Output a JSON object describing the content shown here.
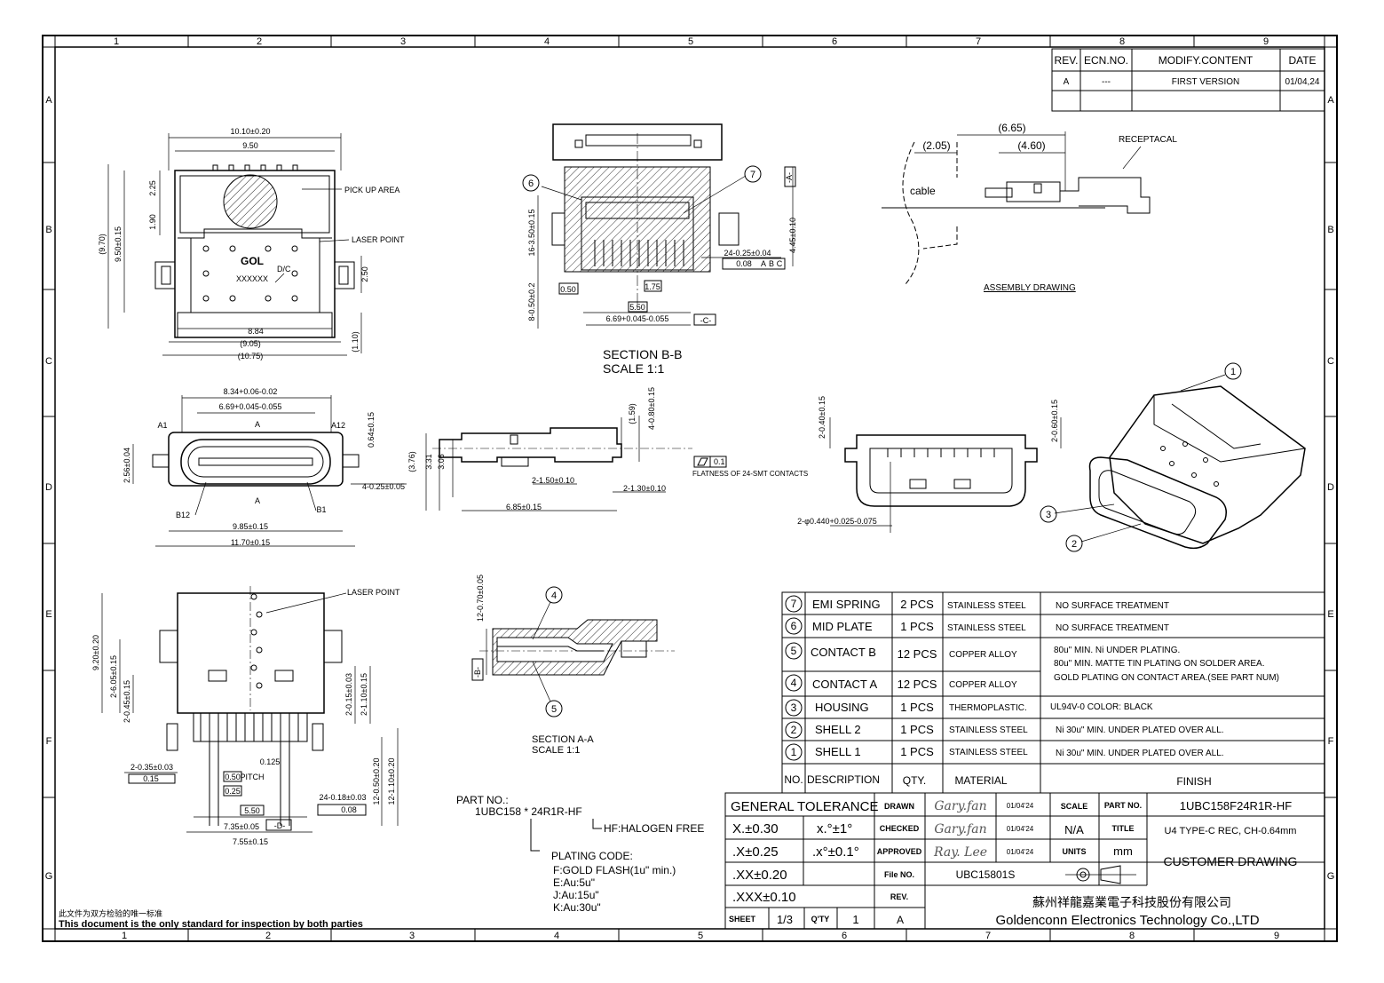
{
  "frame": {
    "top_columns": [
      "1",
      "2",
      "3",
      "4",
      "5",
      "6",
      "7",
      "8",
      "9"
    ],
    "bottom_columns": [
      "1",
      "2",
      "3",
      "4",
      "5",
      "6",
      "7",
      "8",
      "9"
    ],
    "rows": [
      "A",
      "B",
      "C",
      "D",
      "E",
      "F",
      "G"
    ]
  },
  "revision": {
    "headers": [
      "REV.",
      "ECN.NO.",
      "MODIFY.CONTENT",
      "DATE"
    ],
    "rows": [
      [
        "A",
        "---",
        "FIRST VERSION",
        "01/04,24"
      ]
    ]
  },
  "top_view": {
    "dims": [
      "10.10±0.20",
      "9.50",
      "2.25",
      "1.90",
      "(9.70)",
      "9.50±0.15",
      "2.50",
      "8.84",
      "(9.05)",
      "(10.75)",
      "(1.10)"
    ],
    "labels": [
      "PICK UP AREA",
      "LASER POINT",
      "GOL",
      "D/C",
      "XXXXXX"
    ]
  },
  "section_bb": {
    "title": "SECTION B-B",
    "scale": "SCALE 1:1",
    "dims": [
      "16-3.50±0.15",
      "8-0.50±0.2",
      "0.50",
      "1.75",
      "5.50",
      "6.69+0.045-0.055",
      "24-0.25±0.04",
      "0.08",
      "A",
      "B",
      "C",
      "4.45±0.10",
      "-A-",
      "-C-"
    ],
    "balloons": [
      "6",
      "7"
    ]
  },
  "assembly": {
    "title": "ASSEMBLY DRAWING",
    "dims": [
      "(6.65)",
      "(2.05)",
      "(4.60)"
    ],
    "labels": [
      "cable",
      "RECEPTACAL"
    ]
  },
  "front_view": {
    "dims": [
      "8.34+0.06-0.02",
      "6.69+0.045-0.055",
      "A",
      "A1",
      "A12",
      "2.56±0.04",
      "0.64±0.15",
      "4-0.25±0.05",
      "B12",
      "B1",
      "9.85±0.15",
      "11.70±0.15"
    ]
  },
  "side_view": {
    "dims": [
      "(1.59)",
      "4-0.80±0.15",
      "(3.76)",
      "3.31",
      "3.06",
      "2-1.50±0.10",
      "2-1.30±0.10",
      "6.85±0.15"
    ],
    "flatness": "0.1",
    "flatness_note": "FLATNESS OF 24-SMT CONTACTS"
  },
  "rear_view": {
    "dims": [
      "2-0.40±0.15",
      "2-0.60±0.15",
      "2-φ0.440+0.025-0.075"
    ]
  },
  "iso_view": {
    "balloons": [
      "1",
      "2",
      "3"
    ]
  },
  "bottom_view": {
    "label": "LASER POINT",
    "dims": [
      "9.20±0.20",
      "2-6.05±0.15",
      "2-0.45±0.15",
      "2-0.15±0.03",
      "2-1.10±0.15",
      "2-0.35±0.03",
      "0.15",
      "0.125",
      "0.50",
      "PITCH",
      "0.25",
      "5.50",
      "-D-",
      "7.35±0.05",
      "7.55±0.15",
      "24-0.18±0.03",
      "0.08",
      "12-0.50±0.20",
      "12-1.10±0.20"
    ]
  },
  "section_aa": {
    "title": "SECTION A-A",
    "scale": "SCALE 1:1",
    "dims": [
      "12-0.70±0.05",
      "-B-"
    ],
    "balloons": [
      "4",
      "5"
    ]
  },
  "part_no": {
    "label": "PART NO.:",
    "code": "1UBC158 * 24R1R-HF",
    "hf_note": "HF:HALOGEN FREE",
    "plating_title": "PLATING CODE:",
    "plating": [
      "F:GOLD FLASH(1u\" min.)",
      "E:Au:5u\"",
      "J:Au:15u\"",
      "K:Au:30u\""
    ]
  },
  "bom": {
    "headers": [
      "NO.",
      "DESCRIPTION",
      "QTY.",
      "MATERIAL",
      "FINISH"
    ],
    "rows": [
      {
        "no": "7",
        "desc": "EMI SPRING",
        "qty": "2 PCS",
        "material": "STAINLESS STEEL",
        "finish": [
          "NO SURFACE TREATMENT"
        ]
      },
      {
        "no": "6",
        "desc": "MID PLATE",
        "qty": "1 PCS",
        "material": "STAINLESS STEEL",
        "finish": [
          "NO SURFACE TREATMENT"
        ]
      },
      {
        "no": "5",
        "desc": "CONTACT B",
        "qty": "12 PCS",
        "material": "COPPER ALLOY",
        "finish": [
          "80u\" MIN. Ni UNDER PLATING.",
          "80u\" MIN. MATTE TIN PLATING ON SOLDER AREA.",
          "GOLD PLATING ON CONTACT AREA.(SEE PART NUM)"
        ]
      },
      {
        "no": "4",
        "desc": "CONTACT A",
        "qty": "12 PCS",
        "material": "COPPER ALLOY",
        "finish": []
      },
      {
        "no": "3",
        "desc": "HOUSING",
        "qty": "1 PCS",
        "material": "THERMOPLASTIC.",
        "finish": [
          "UL94V-0   COLOR: BLACK"
        ]
      },
      {
        "no": "2",
        "desc": "SHELL 2",
        "qty": "1 PCS",
        "material": "STAINLESS STEEL",
        "finish": [
          "Ni 30u\" MIN. UNDER PLATED OVER ALL."
        ]
      },
      {
        "no": "1",
        "desc": "SHELL 1",
        "qty": "1 PCS",
        "material": "STAINLESS STEEL",
        "finish": [
          "Ni 30u\" MIN. UNDER PLATED OVER ALL."
        ]
      }
    ]
  },
  "title_block": {
    "general_tolerance": "GENERAL TOLERANCE",
    "tolerances": [
      [
        "X.±0.30",
        "x.°±1°"
      ],
      [
        ".X±0.25",
        ".x°±0.1°"
      ],
      [
        ".XX±0.20",
        ""
      ],
      [
        ".XXX±0.10",
        ""
      ]
    ],
    "drawn_label": "DRAWN",
    "drawn_by": "Gary.fan",
    "drawn_date": "01/04'24",
    "checked_label": "CHECKED",
    "checked_by": "Gary.fan",
    "checked_date": "01/04'24",
    "approved_label": "APPROVED",
    "approved_by": "Ray. Lee",
    "approved_date": "01/04'24",
    "file_label": "File NO.",
    "file_no": "UBC15801S",
    "rev_label": "REV.",
    "rev": "A",
    "scale_label": "SCALE",
    "scale": "N/A",
    "part_label": "PART NO.",
    "part_no": "1UBC158F24R1R-HF",
    "title_label": "TITLE",
    "title": "U4 TYPE-C REC, CH-0.64mm",
    "units_label": "UNITS",
    "units": "mm",
    "drawing_type": "CUSTOMER DRAWING",
    "sheet_label": "SHEET",
    "sheet": "1/3",
    "qty_label": "Q'TY",
    "qty": "1",
    "company_cn": "蘇州祥龍嘉業電子科技股份有限公司",
    "company_en": "Goldenconn Electronics Technology Co.,LTD"
  },
  "footer": {
    "note_cn": "此文件为双方检验的唯一标准",
    "note_en": "This document is the only standard for inspection by both parties"
  }
}
